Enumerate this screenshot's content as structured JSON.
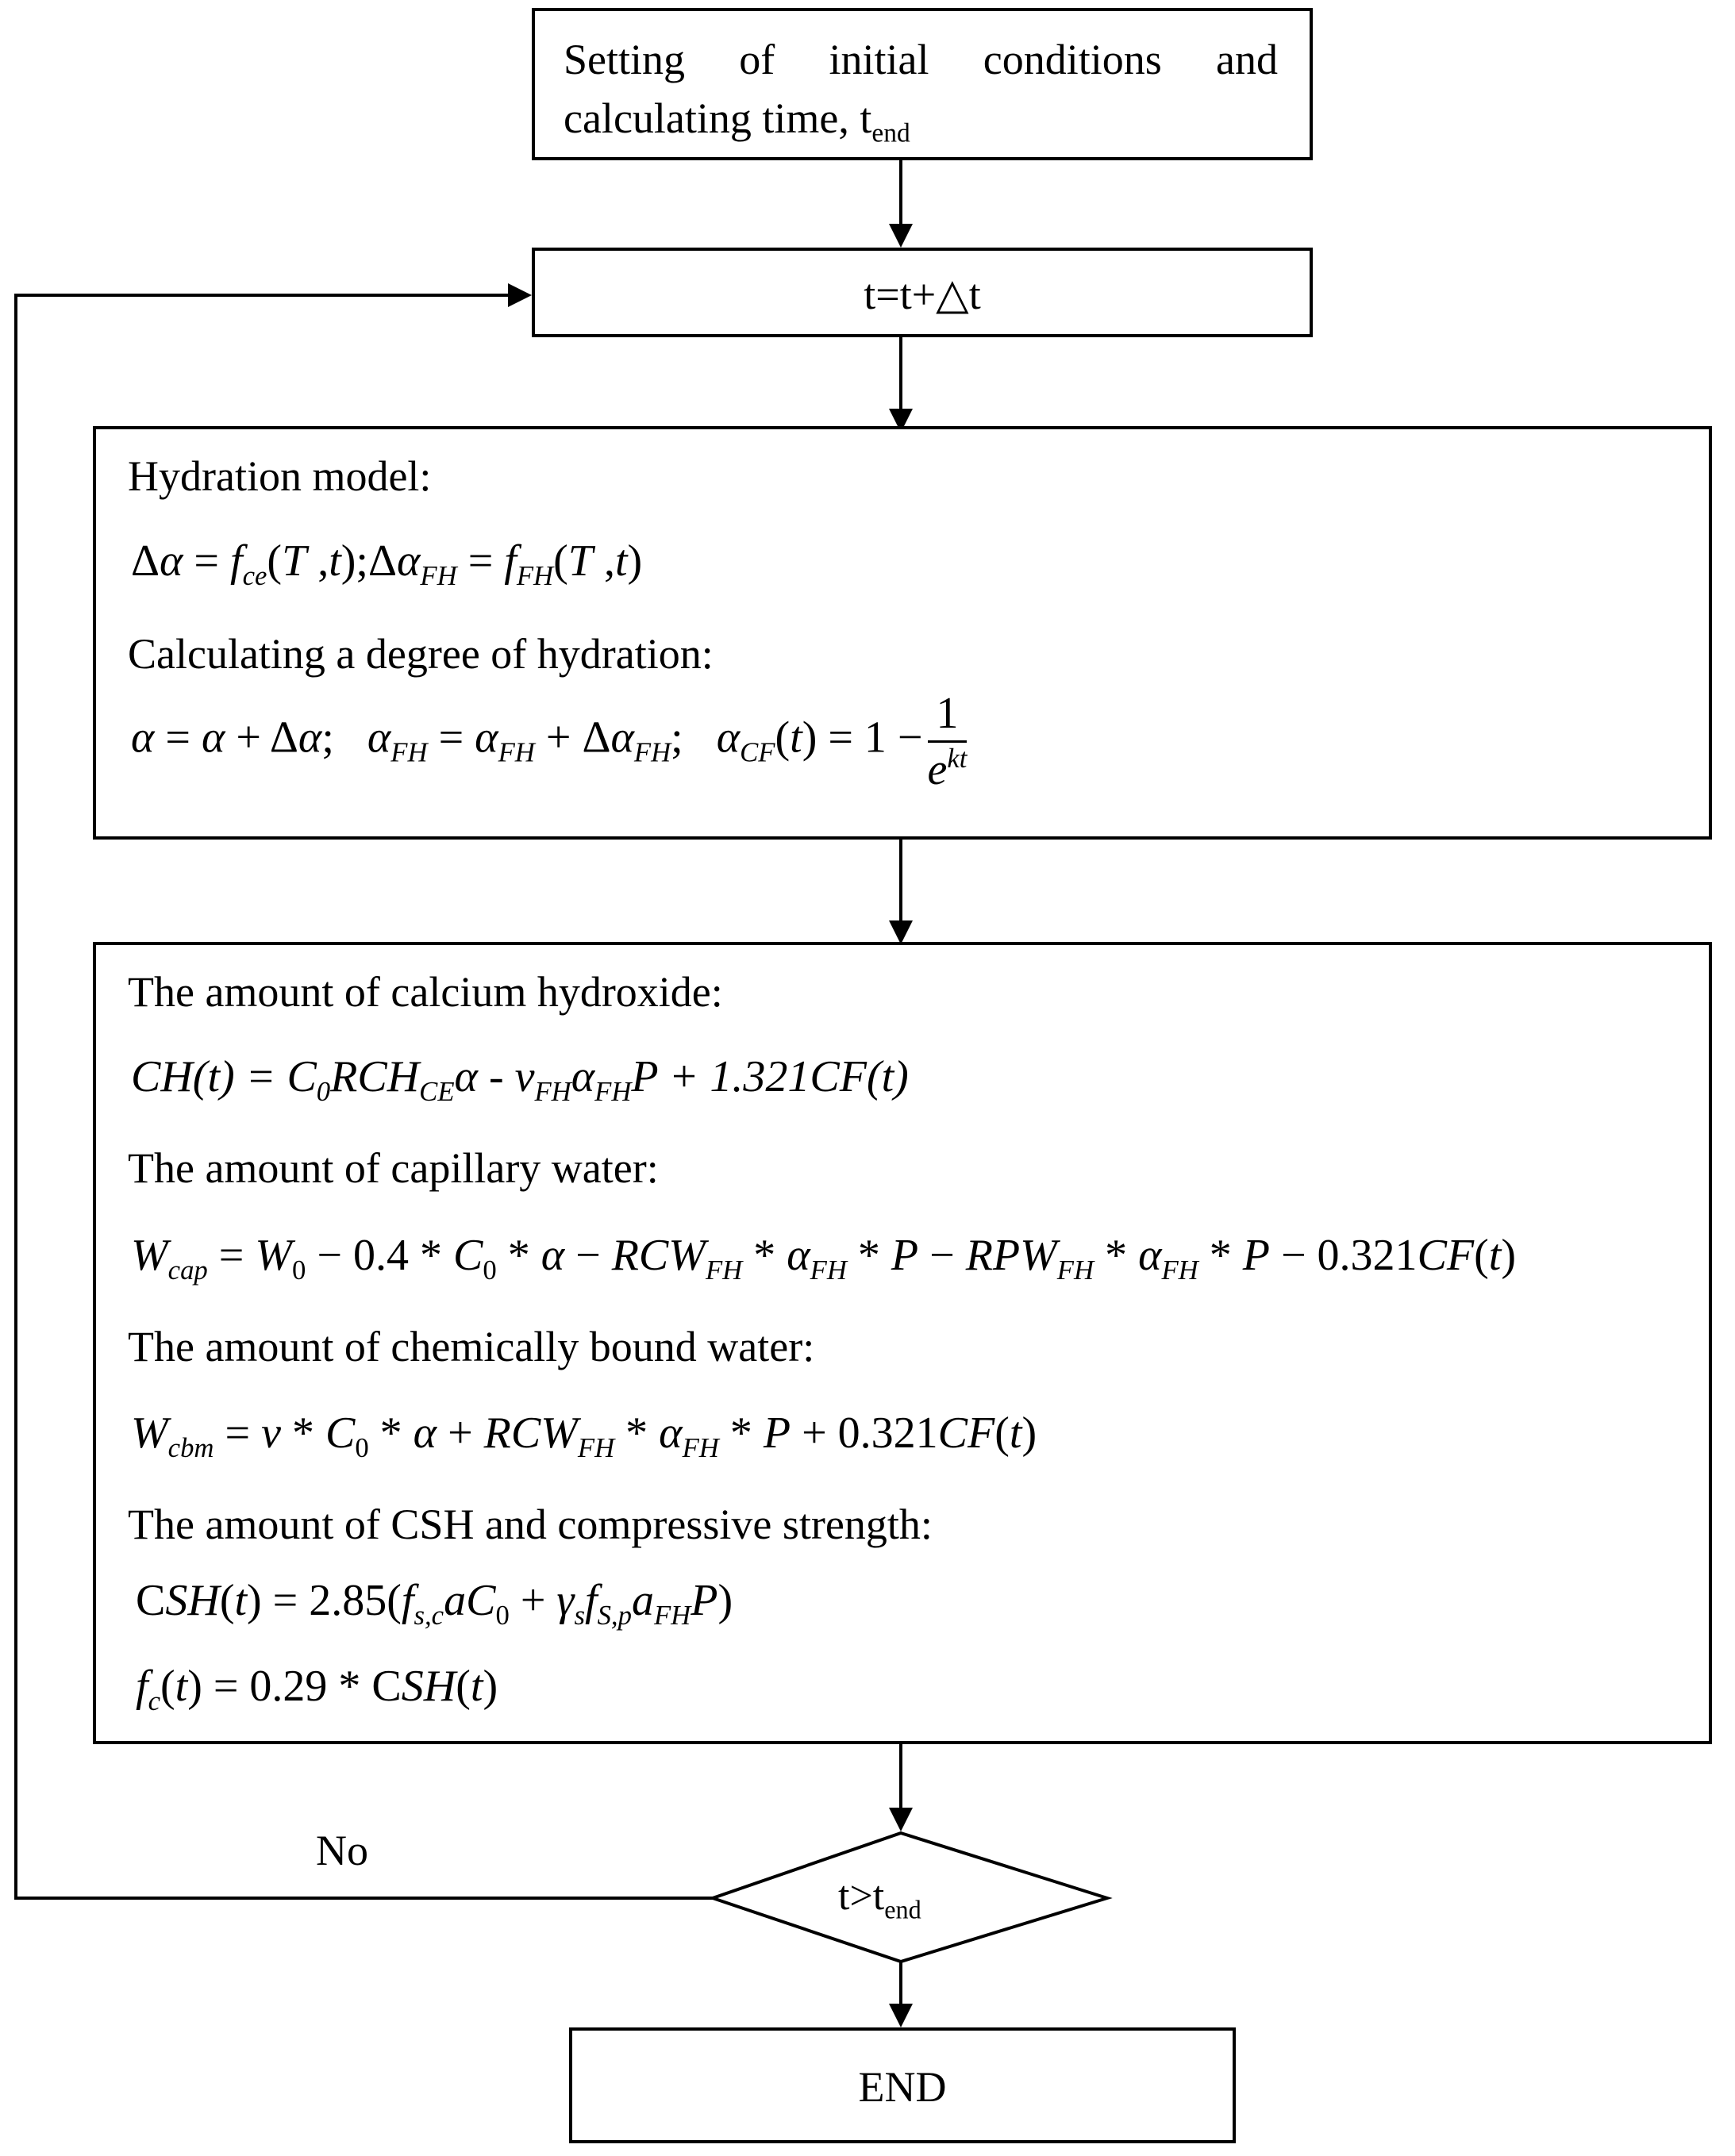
{
  "diagram": {
    "start": {
      "line1": "Setting of initial conditions and",
      "line2": "calculating time, t",
      "sub": "end"
    },
    "step": {
      "label": "t=t+△t"
    },
    "hydration": {
      "title": "Hydration model:",
      "degree_title": "Calculating a degree of hydration:"
    },
    "outputs": {
      "ch_title": "The amount of calcium hydroxide:",
      "cap_title": "The amount of capillary water:",
      "cbw_title": "The amount of chemically bound water:",
      "csh_title": "The amount of CSH and compressive strength:"
    },
    "decision": {
      "label": "t>t",
      "sub": "end",
      "no_label": "No"
    },
    "end": {
      "label": "END"
    }
  }
}
